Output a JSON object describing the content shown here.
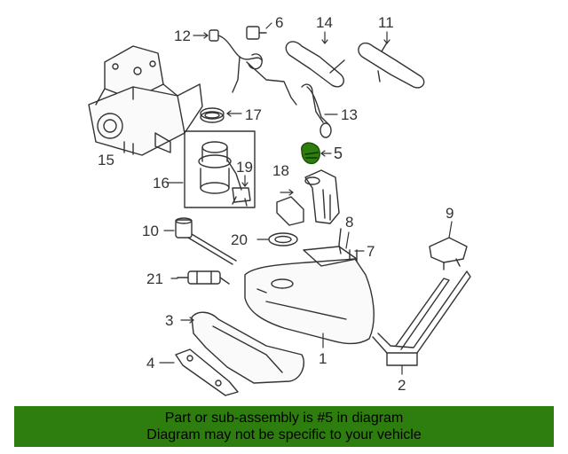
{
  "callouts": {
    "c1": "1",
    "c2": "2",
    "c3": "3",
    "c4": "4",
    "c5": "5",
    "c6": "6",
    "c7": "7",
    "c8": "8",
    "c9": "9",
    "c10": "10",
    "c11": "11",
    "c12": "12",
    "c13": "13",
    "c14": "14",
    "c15": "15",
    "c16": "16",
    "c17": "17",
    "c18": "18",
    "c19": "19",
    "c20": "20",
    "c21": "21"
  },
  "highlight_part": "5",
  "banner": {
    "line1": "Part or sub-assembly is #5 in diagram",
    "line2": "Diagram may not be specific to your vehicle"
  },
  "colors": {
    "banner_bg": "#2e7d0f",
    "highlight": "#2e7d0f",
    "line_art": "#333333"
  }
}
